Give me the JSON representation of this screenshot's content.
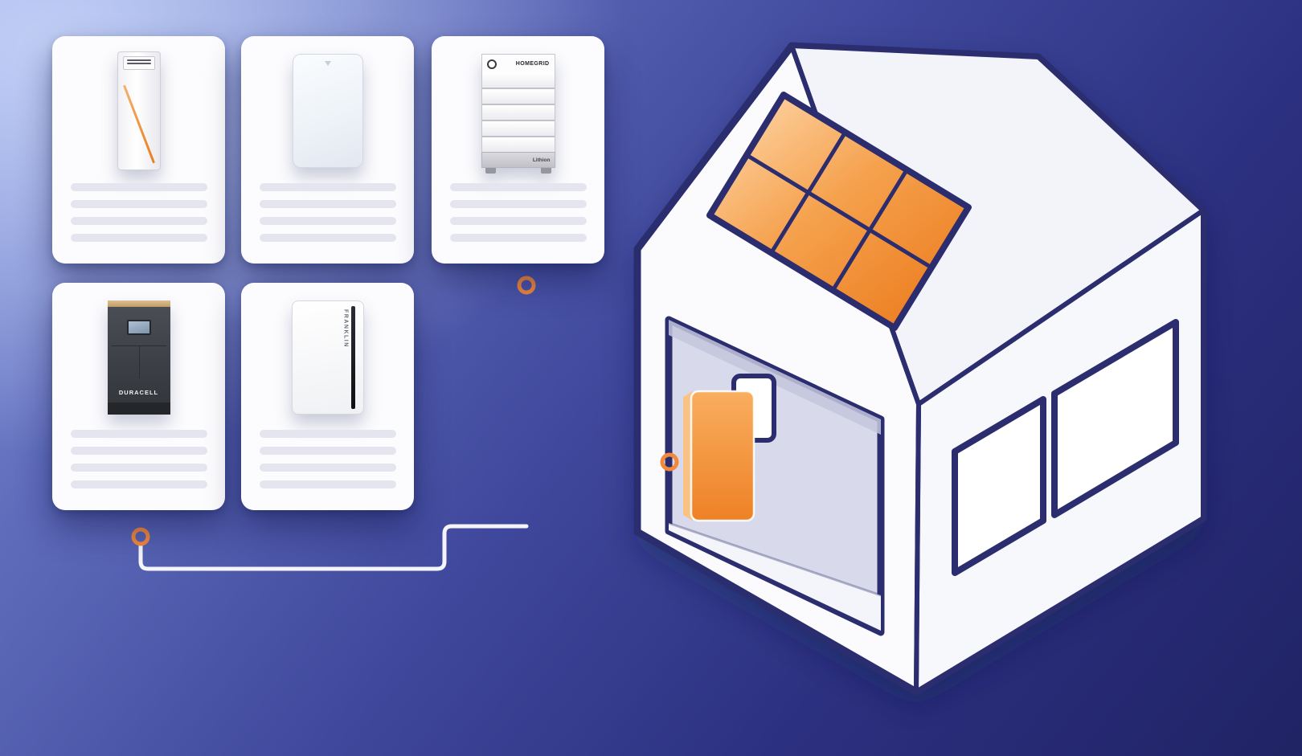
{
  "palette": {
    "background_top_left": "#a7b9ee",
    "background_bottom_right": "#20235f",
    "accent_orange": "#f2893a",
    "outline_navy": "#2b2d6e",
    "card_white": "#fcfcfe",
    "skeleton_gray": "#e4e5ef",
    "interior_lavender": "#d8daeb"
  },
  "cards": [
    {
      "id": "card-1",
      "product_name": "tower-battery",
      "brand": "",
      "skeleton_lines": 4
    },
    {
      "id": "card-2",
      "product_name": "wall-mounted-battery",
      "brand": "",
      "skeleton_lines": 4
    },
    {
      "id": "card-3",
      "product_name": "stacked-modular-battery",
      "brand": "HOMEGRID",
      "brand_secondary": "Lithion",
      "skeleton_lines": 4
    },
    {
      "id": "card-4",
      "product_name": "dark-cabinet-battery",
      "brand": "DURACELL",
      "skeleton_lines": 4
    },
    {
      "id": "card-5",
      "product_name": "slim-wall-battery",
      "brand": "FRANKLIN",
      "skeleton_lines": 4
    }
  ],
  "house": {
    "solar_panel_rows": 2,
    "solar_panel_columns": 3,
    "window_count": 2,
    "wall_battery_color": "#ef8228"
  },
  "connectors": {
    "node_count": 3,
    "node_color": "#f2893a"
  }
}
